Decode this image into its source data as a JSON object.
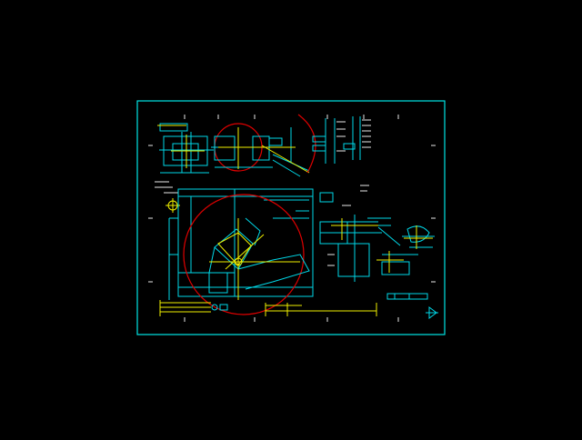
{
  "viewer": {
    "background": "#000000",
    "sheet_border_color": "#00e5e5",
    "colors": {
      "cyan": "#00d8e8",
      "yellow": "#f0f000",
      "red": "#e00000",
      "white": "#e8e8e8",
      "green": "#00c000"
    }
  },
  "drawing": {
    "layers": [
      "cyan-linework",
      "yellow-centerlines",
      "red-arcs",
      "white-annotations"
    ],
    "icons": [
      "title-block-symbol-icon"
    ]
  }
}
